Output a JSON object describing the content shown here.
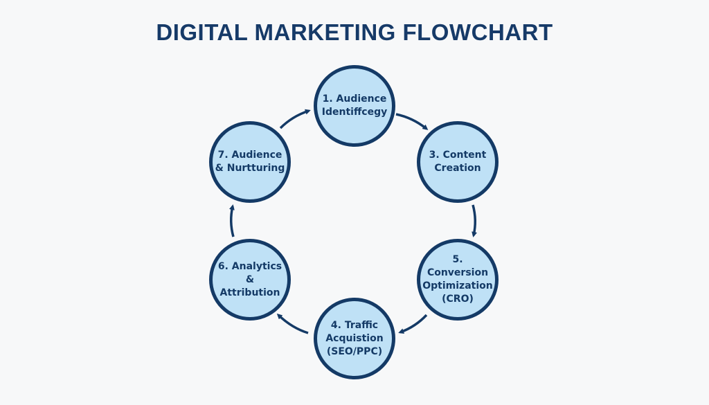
{
  "title": "DIGITAL MARKETING FLOWCHART",
  "nodes": [
    {
      "id": "1",
      "lines": [
        "1. Audience",
        "Identiffcegy"
      ]
    },
    {
      "id": "3",
      "lines": [
        "3. Content",
        "Creation"
      ]
    },
    {
      "id": "5",
      "lines": [
        "5. Conversion",
        "Optimization",
        "(CRO)"
      ]
    },
    {
      "id": "4",
      "lines": [
        "4. Traffic",
        "Acquistion",
        "(SEO/PPC)"
      ]
    },
    {
      "id": "6",
      "lines": [
        "6. Analytics &",
        "Attribution"
      ]
    },
    {
      "id": "7",
      "lines": [
        "7. Audience",
        "& Nurtturing"
      ]
    }
  ],
  "colors": {
    "border": "#143a66",
    "fill": "#bfe1f6",
    "title": "#163a68"
  }
}
